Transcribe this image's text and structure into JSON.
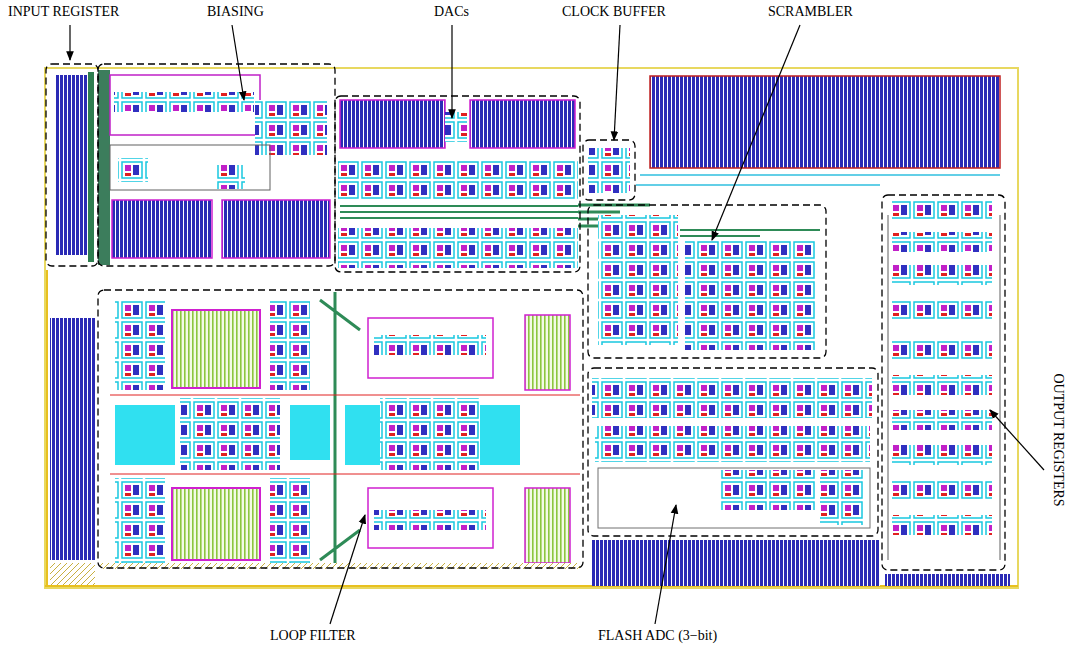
{
  "diagram": {
    "labels": [
      "INPUT REGISTER",
      "BIASING",
      "DACs",
      "CLOCK BUFFER",
      "SCRAMBLER",
      "OUTPUT REGISTERS",
      "LOOP FILTER",
      "FLASH ADC (3−bit)"
    ]
  }
}
